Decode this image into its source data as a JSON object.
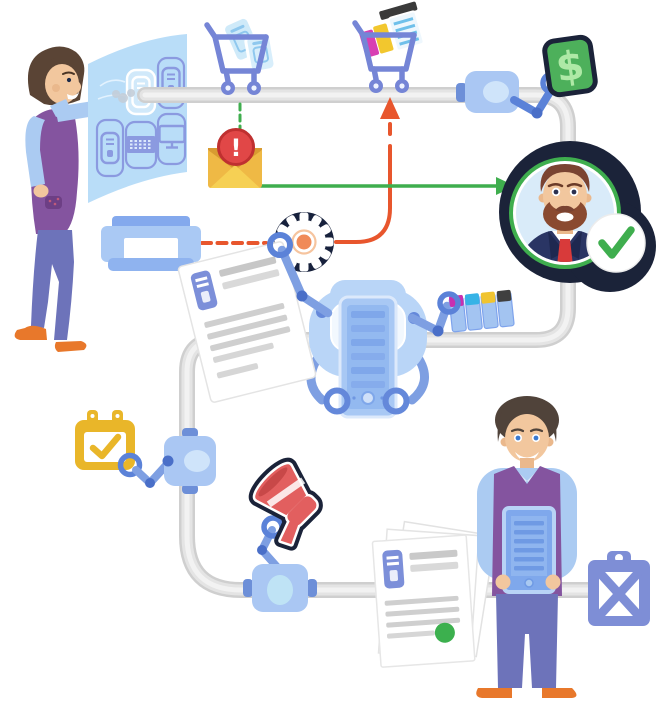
{
  "illustration": {
    "name": "automated-procurement-workflow",
    "background": "#ffffff",
    "glyphs": {
      "alert": "!",
      "currency": "$"
    },
    "palette": {
      "pipe_gray": "#d2d2d2",
      "pipe_highlight": "#f1f1f1",
      "periwinkle": "#7585d6",
      "light_blue": "#aac7f3",
      "pale_blue_panel": "#b9ddf8",
      "robot_blue": "#b9d5f7",
      "arm_blue": "#5b82d8",
      "green": "#3fae4e",
      "orange": "#e8562d",
      "gold": "#e9b629",
      "envelope_yellow": "#efb945",
      "alert_red": "#e14747",
      "megaphone_red": "#e25f5f",
      "navy_outline": "#1b2339",
      "suit_navy": "#2a3564",
      "vest_purple": "#84549f",
      "pants_slate": "#6d73ba",
      "shoe_orange": "#e8782b",
      "skin": "#f2c79e",
      "money_green": "#4db05b",
      "seal_green": "#3cb04e",
      "ink_magenta": "#c92fb0",
      "ink_cyan": "#36b3e6",
      "ink_yellow": "#f0c430",
      "ink_black": "#3f3f3f"
    },
    "elements": [
      {
        "name": "man-browsing",
        "desc": "person choosing device on catalog panel"
      },
      {
        "name": "device-catalog-panel",
        "desc": "curved screen with device tiles"
      },
      {
        "name": "cart-devices-icon",
        "desc": "shopping cart with device cards"
      },
      {
        "name": "alert-email-icon",
        "desc": "envelope with red exclamation badge"
      },
      {
        "name": "cart-supplies-icon",
        "desc": "shopping cart with packages"
      },
      {
        "name": "money-tag-icon",
        "desc": "green dollar tag held by robot arm"
      },
      {
        "name": "approver-avatar",
        "desc": "bearded manager in circle with green check"
      },
      {
        "name": "printer-icon",
        "desc": "printer"
      },
      {
        "name": "gear-icon",
        "desc": "gear badge with orange core"
      },
      {
        "name": "invoice-document-icon",
        "desc": "document held by robot claw"
      },
      {
        "name": "fulfillment-robot",
        "desc": "robot holding server tower"
      },
      {
        "name": "ink-cartridges-icon",
        "desc": "CMYK cartridge set"
      },
      {
        "name": "schedule-calendar-icon",
        "desc": "gold calendar with checkmark"
      },
      {
        "name": "announcement-megaphone-icon",
        "desc": "red megaphone held by robot arm"
      },
      {
        "name": "delivery-documents-icon",
        "desc": "stack of approved documents with green seals"
      },
      {
        "name": "technician-person",
        "desc": "person carrying server tablet"
      },
      {
        "name": "rejected-clipboard-icon",
        "desc": "clipboard with X"
      }
    ]
  }
}
